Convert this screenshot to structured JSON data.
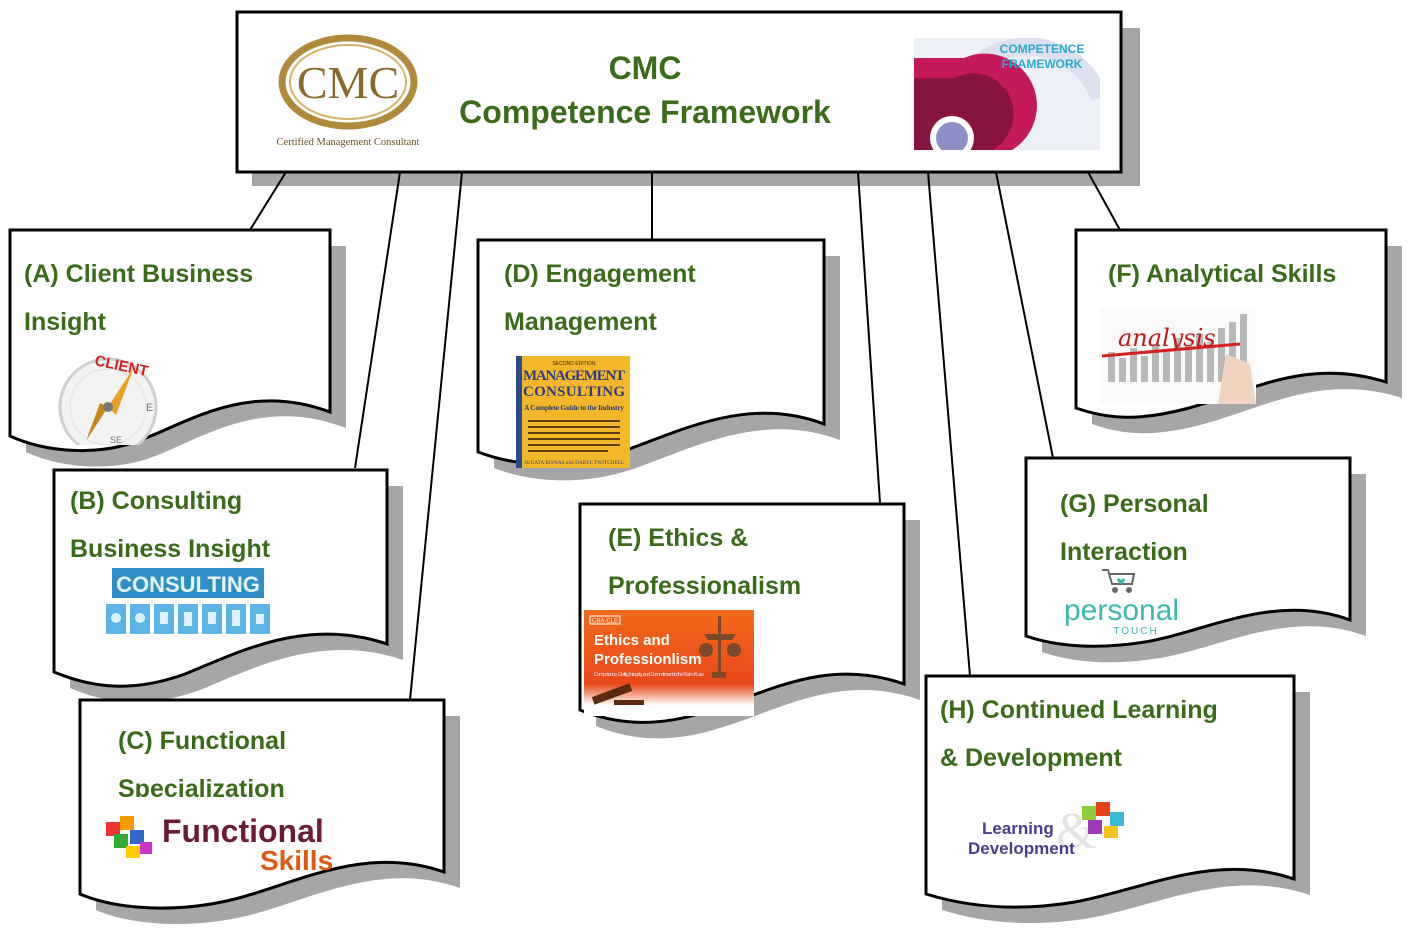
{
  "header": {
    "title_line1": "CMC",
    "title_line2": "Competence Framework",
    "left_logo": {
      "mark": "CMC",
      "caption": "Certified Management Consultant"
    },
    "right_logo": {
      "caption_line1": "COMPETENCE",
      "caption_line2": "FRAMEWORK"
    }
  },
  "cards": {
    "a": {
      "line1": "(A) Client Business",
      "line2": "Insight",
      "image_text": "CLIENT"
    },
    "b": {
      "line1": "(B) Consulting",
      "line2": "Business Insight",
      "image_text": "CONSULTING"
    },
    "c": {
      "line1": "(C) Functional",
      "line2": "Specialization",
      "image_text_1": "Functional",
      "image_text_2": "Skills"
    },
    "d": {
      "line1": "(D) Engagement",
      "line2": "Management",
      "book": {
        "edition": "SECOND EDITION",
        "title_1": "MANAGEMENT",
        "title_2": "CONSULTING",
        "subtitle": "A Complete Guide to the Industry",
        "authors": "SUGATA BISWAS and DARYL TWITCHELL"
      }
    },
    "e": {
      "line1": "(E) Ethics &",
      "line2": "Professionalism",
      "book": {
        "tag": "CBA·CLE",
        "title_1": "Ethics and",
        "title_2": "Professionlism",
        "subtitle": "Competence, Civility, Integrity, and Commitment to the Rule of Law"
      }
    },
    "f": {
      "line1": "(F) Analytical Skills",
      "image_text": "analysis"
    },
    "g": {
      "line1": "(G) Personal",
      "line2": "Interaction",
      "image_text_1": "personal",
      "image_text_2": "TOUCH"
    },
    "h": {
      "line1": "(H) Continued Learning",
      "line2": "& Development",
      "image_text_1": "Learning",
      "image_text_2": "Development"
    }
  },
  "colors": {
    "heading_green": "#3a6b1a",
    "shadow_gray": "#a6a6a6",
    "border": "#000000"
  }
}
